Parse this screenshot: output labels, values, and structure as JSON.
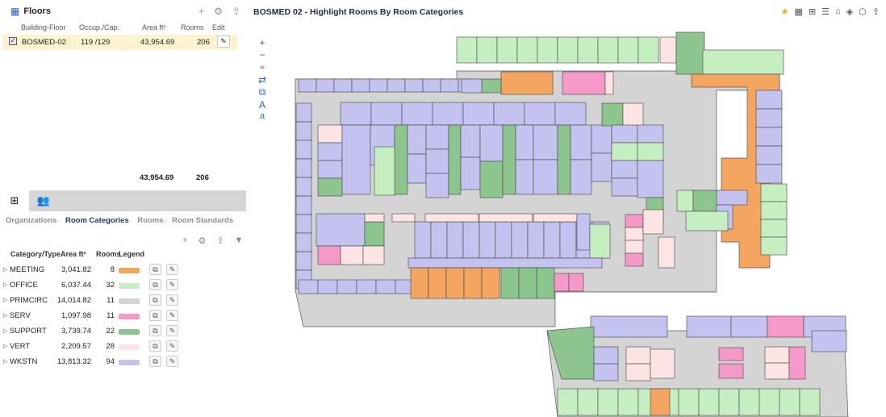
{
  "floors": {
    "title": "Floors",
    "columns": [
      "Building-Floor",
      "Occup./Cap.",
      "Area ft²",
      "Rooms",
      "Edit"
    ],
    "row": {
      "building_floor": "BOSMED-02",
      "occupancy": "119 /129",
      "area": "43,954.69",
      "rooms": "206"
    },
    "totals": {
      "area": "43,954.69",
      "rooms": "206"
    }
  },
  "subtabs": [
    "Organizations",
    "Room Categories",
    "Rooms",
    "Room Standards"
  ],
  "categories": {
    "headers": {
      "category": "Category/Type",
      "area": "Area ft²",
      "rooms": "Rooms",
      "legend": "Legend"
    },
    "rows": [
      {
        "name": "MEETING",
        "area": "3,041.82",
        "rooms": "8",
        "color": "#f4a560"
      },
      {
        "name": "OFFICE",
        "area": "6,037.44",
        "rooms": "32",
        "color": "#c6efc1"
      },
      {
        "name": "PRIMCIRC",
        "area": "14,014.82",
        "rooms": "11",
        "color": "#d4d4d4"
      },
      {
        "name": "SERV",
        "area": "1,097.98",
        "rooms": "11",
        "color": "#f59ac8"
      },
      {
        "name": "SUPPORT",
        "area": "3,739.74",
        "rooms": "22",
        "color": "#8cc58e"
      },
      {
        "name": "VERT",
        "area": "2,209.57",
        "rooms": "28",
        "color": "#fde4e4"
      },
      {
        "name": "WKSTN",
        "area": "13,813.32",
        "rooms": "94",
        "color": "#c4c2ef"
      }
    ]
  },
  "map": {
    "title": "BOSMED 02 - Highlight Rooms By Room Categories",
    "icons": [
      "star-icon",
      "grid-icon",
      "grid-alt-icon",
      "list-icon",
      "tag-icon",
      "layers-icon",
      "cube-icon",
      "export-icon"
    ]
  }
}
